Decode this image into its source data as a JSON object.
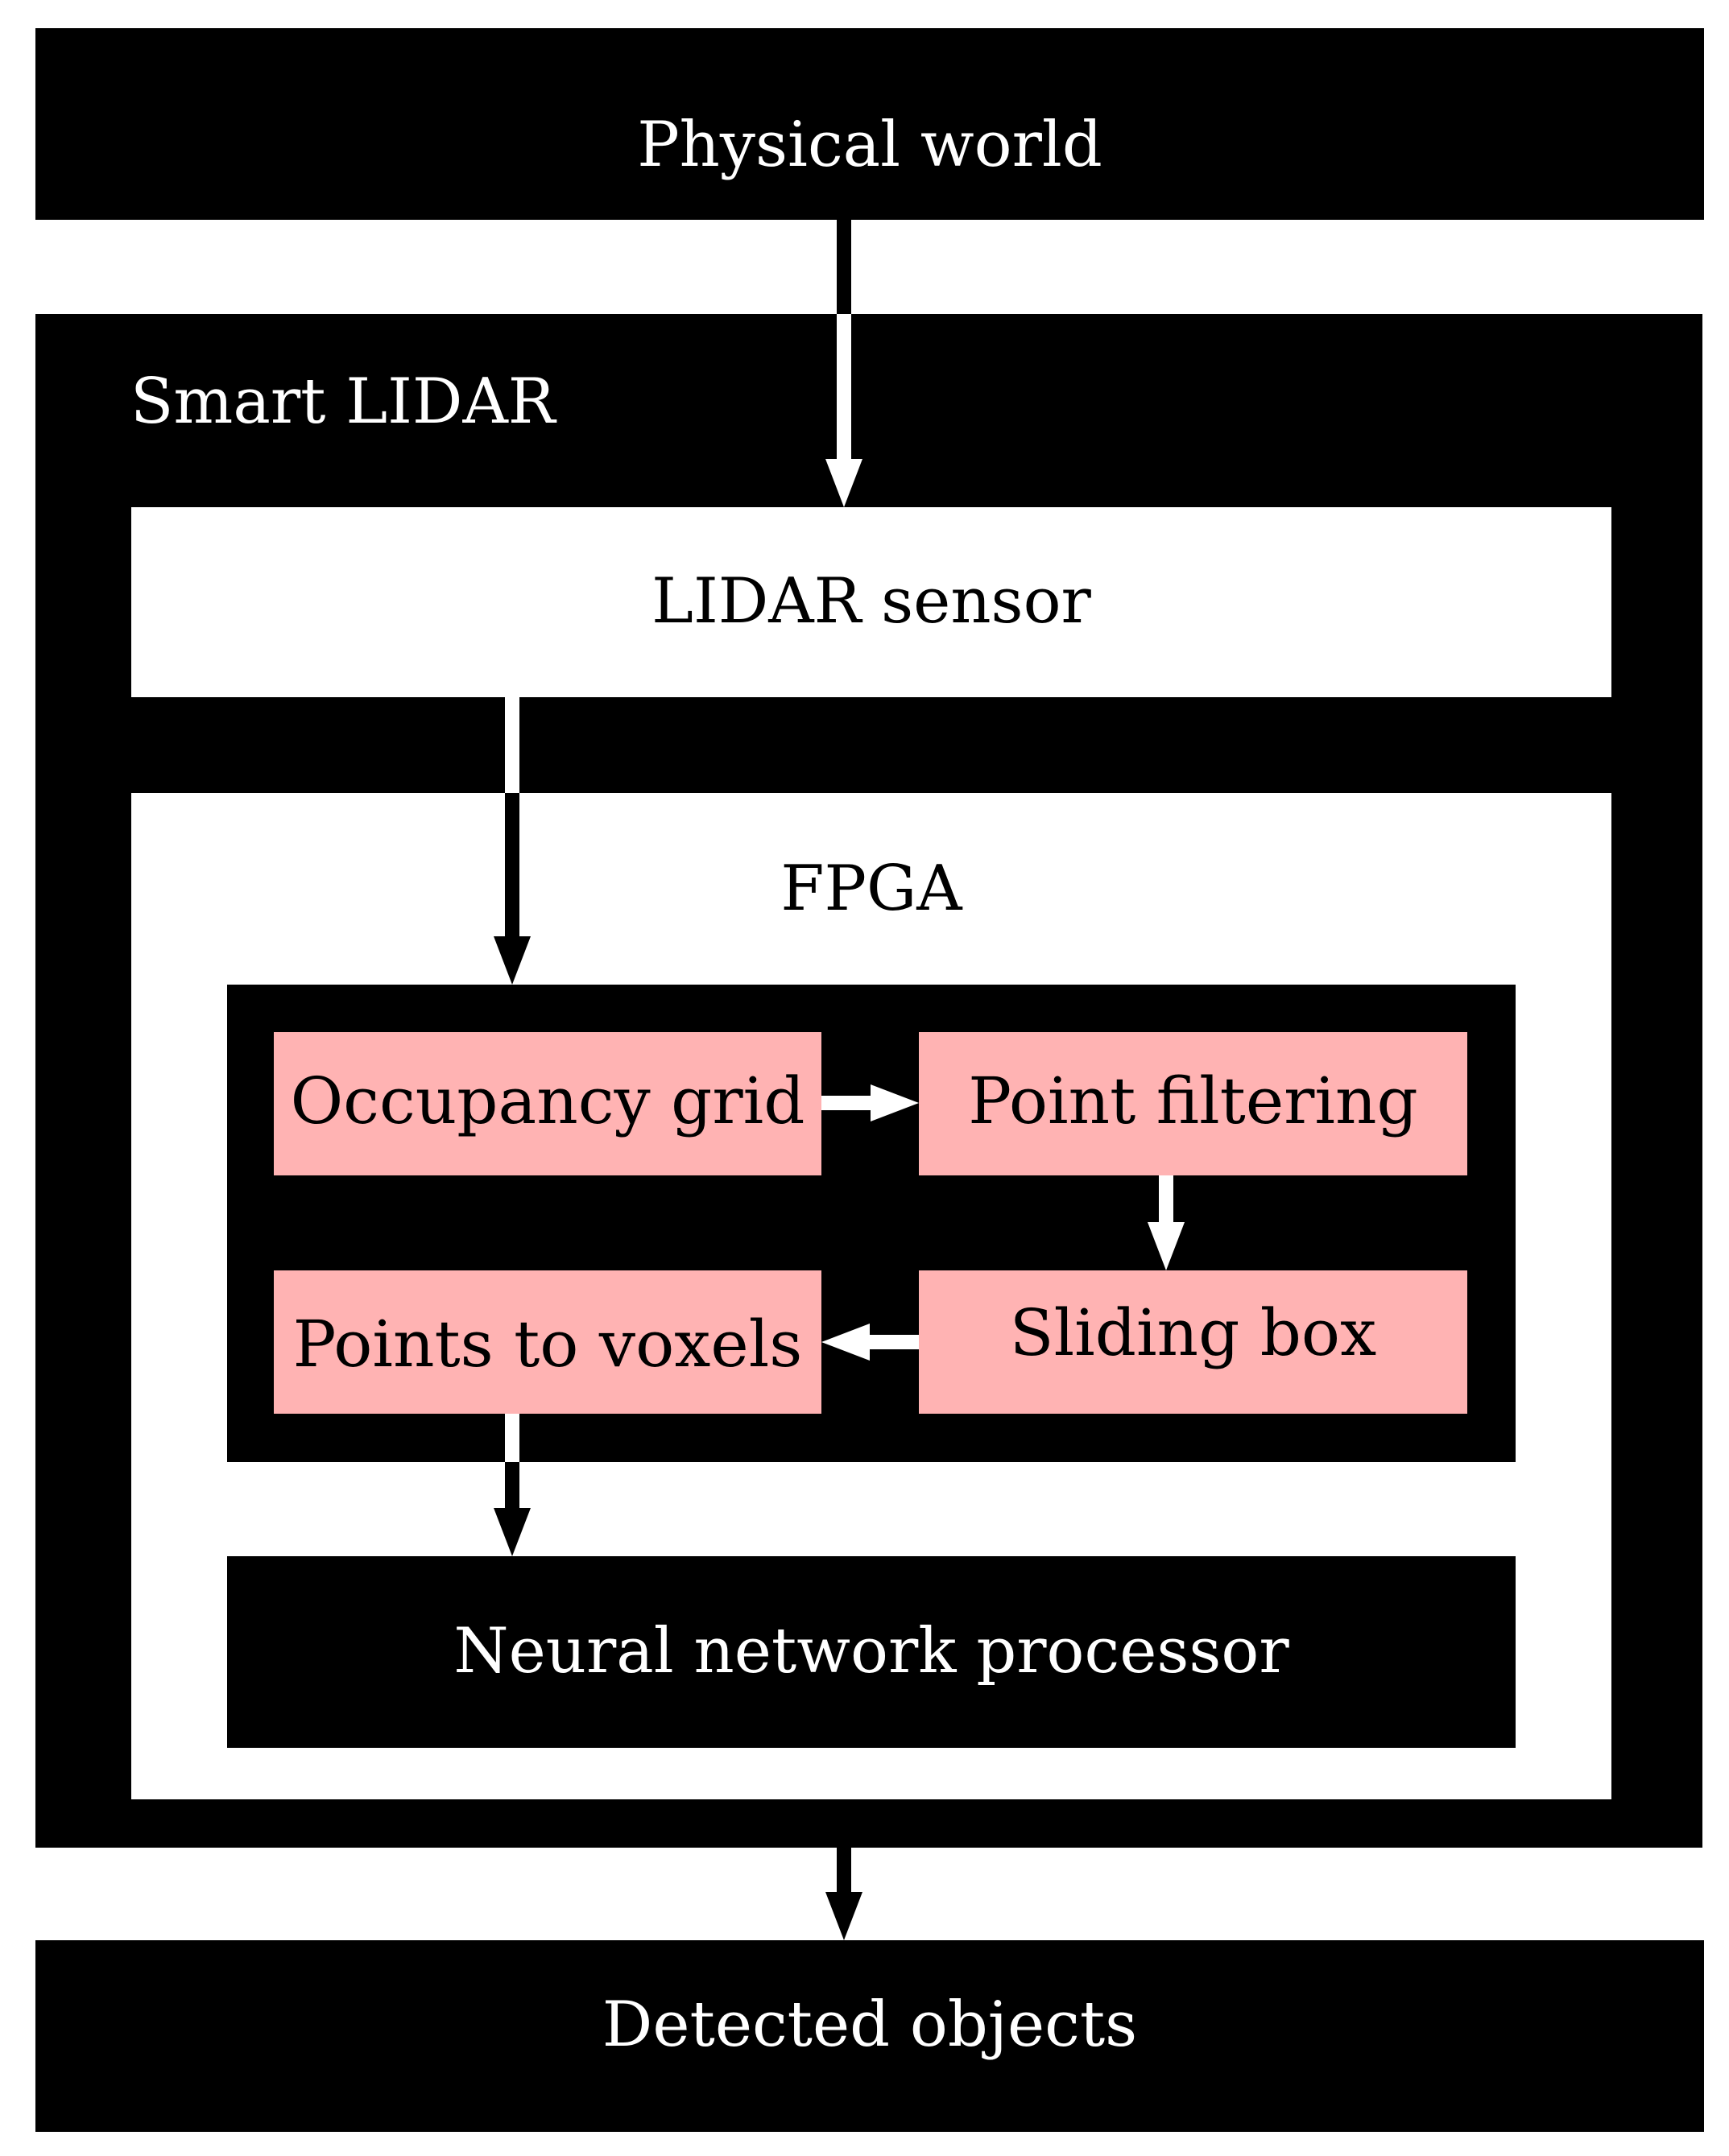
{
  "diagram": {
    "physical_world": "Physical world",
    "smart_lidar": "Smart LIDAR",
    "lidar_sensor": "LIDAR sensor",
    "fpga": "FPGA",
    "occupancy_grid": "Occupancy grid",
    "point_filtering": "Point filtering",
    "sliding_box": "Sliding box",
    "points_to_voxels": "Points to voxels",
    "neural_network_processor": "Neural network processor",
    "detected_objects": "Detected objects"
  },
  "colors": {
    "dark": "#000000",
    "light": "#ffffff",
    "stage": "#ffb3b3"
  }
}
